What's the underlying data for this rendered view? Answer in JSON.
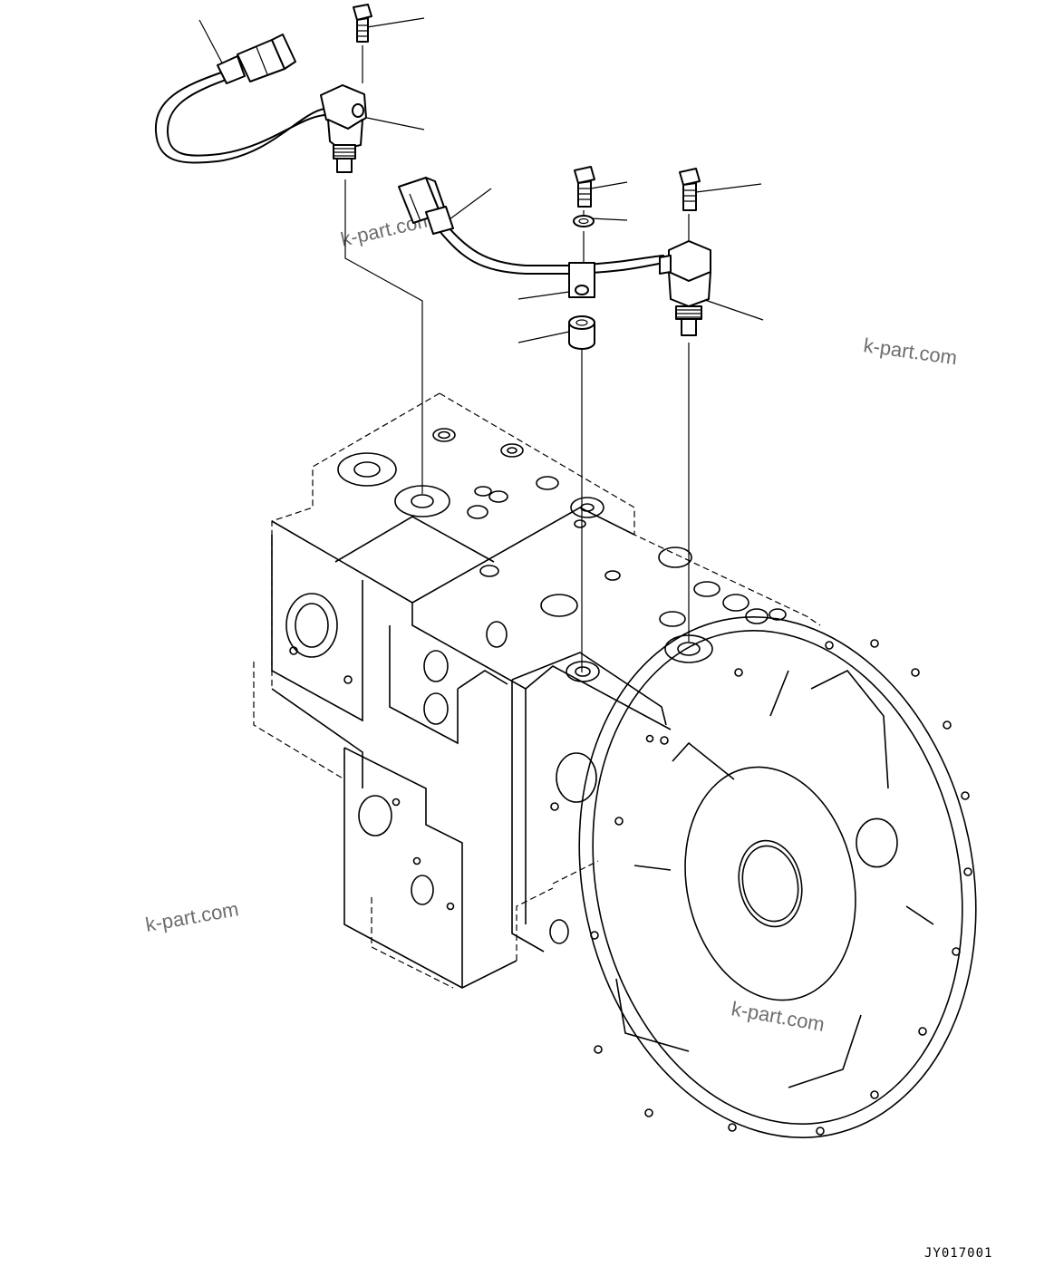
{
  "drawing_code": "JY017001",
  "watermarks": [
    "k-part.com",
    "k-part.com",
    "k-part.com",
    "k-part.com"
  ]
}
